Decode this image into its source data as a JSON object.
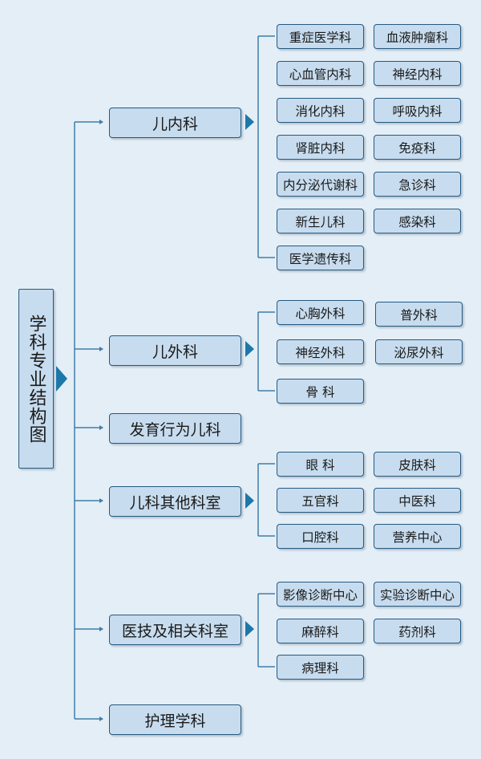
{
  "title": "学科专业结构图",
  "categories": [
    {
      "label": "儿内科",
      "children": [
        "重症医学科",
        "血液肿瘤科",
        "心血管内科",
        "神经内科",
        "消化内科",
        "呼吸内科",
        "肾脏内科",
        "免疫科",
        "内分泌代谢科",
        "急诊科",
        "新生儿科",
        "感染科",
        "医学遗传科"
      ]
    },
    {
      "label": "儿外科",
      "children": [
        "心胸外科",
        "普外科",
        "神经外科",
        "泌尿外科",
        "骨 科"
      ]
    },
    {
      "label": "发育行为儿科",
      "children": []
    },
    {
      "label": "儿科其他科室",
      "children": [
        "眼 科",
        "皮肤科",
        "五官科",
        "中医科",
        "口腔科",
        "营养中心"
      ]
    },
    {
      "label": "医技及相关科室",
      "children": [
        "影像诊断中心",
        "实验诊断中心",
        "麻醉科",
        "药剂科",
        "病理科"
      ]
    },
    {
      "label": "护理学科",
      "children": []
    }
  ]
}
